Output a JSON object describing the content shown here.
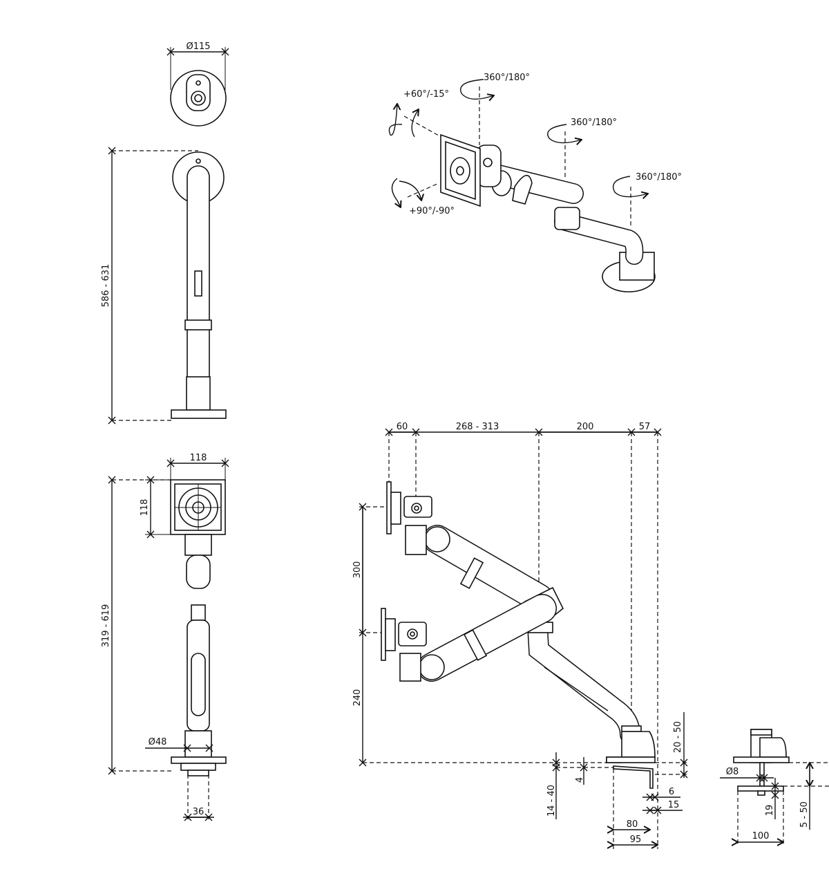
{
  "top_view": {
    "diameter": "Ø115"
  },
  "side_view": {
    "height": "586 - 631"
  },
  "front_view": {
    "plate_width": "118",
    "plate_height": "118",
    "height": "319 - 619",
    "pole_diameter": "Ø48",
    "clamp_width": "36"
  },
  "iso_view": {
    "rot_top": "360°/180°",
    "rot_mid": "360°/180°",
    "rot_base": "360°/180°",
    "tilt": "+60°/-15°",
    "pivot": "+90°/-90°"
  },
  "reach_view": {
    "d_plate": "60",
    "d_reach": "268 - 313",
    "d_arm": "200",
    "d_base": "57",
    "d_upper_height": "300",
    "d_lower_height": "240",
    "d_base_height": "20 - 50",
    "d_desk": "14 - 40",
    "d_gap": "4",
    "d_six": "6",
    "d_fifteen": "15",
    "d_eighty": "80",
    "d_ninetyfive": "95"
  },
  "clamp_view": {
    "bolt_diameter": "Ø8",
    "plate_thickness": "19",
    "desk_range": "5 - 50",
    "plate_width": "100"
  }
}
